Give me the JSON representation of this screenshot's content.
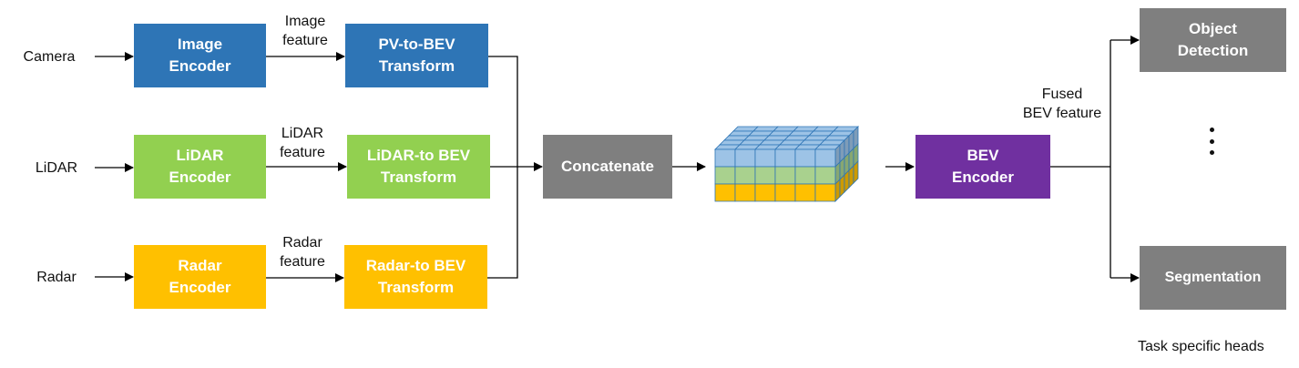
{
  "colors": {
    "camera": "#2e75b6",
    "lidar": "#92d050",
    "radar": "#ffc000",
    "neutral": "#7f7f7f",
    "bev": "#7030a0",
    "grid_top": "#9dc3e6",
    "grid_mid": "#a9d18e",
    "grid_bottom": "#ffc000",
    "grid_stroke": "#2e75b6"
  },
  "inputs": {
    "camera": "Camera",
    "lidar": "LiDAR",
    "radar": "Radar"
  },
  "encoders": {
    "image": "Image\nEncoder",
    "lidar": "LiDAR\nEncoder",
    "radar": "Radar\nEncoder"
  },
  "features": {
    "image": "Image\nfeature",
    "lidar": "LiDAR\nfeature",
    "radar": "Radar\nfeature"
  },
  "transforms": {
    "pv": "PV-to-BEV\nTransform",
    "lidar": "LiDAR-to BEV\nTransform",
    "radar": "Radar-to BEV\nTransform"
  },
  "concatenate": "Concatenate",
  "bev_encoder": "BEV\nEncoder",
  "fused_label": "Fused\nBEV feature",
  "heads": {
    "detection": "Object\nDetection",
    "segmentation": "Segmentation",
    "ellipsis_icon": "vertical-ellipsis-icon",
    "caption": "Task specific heads"
  }
}
